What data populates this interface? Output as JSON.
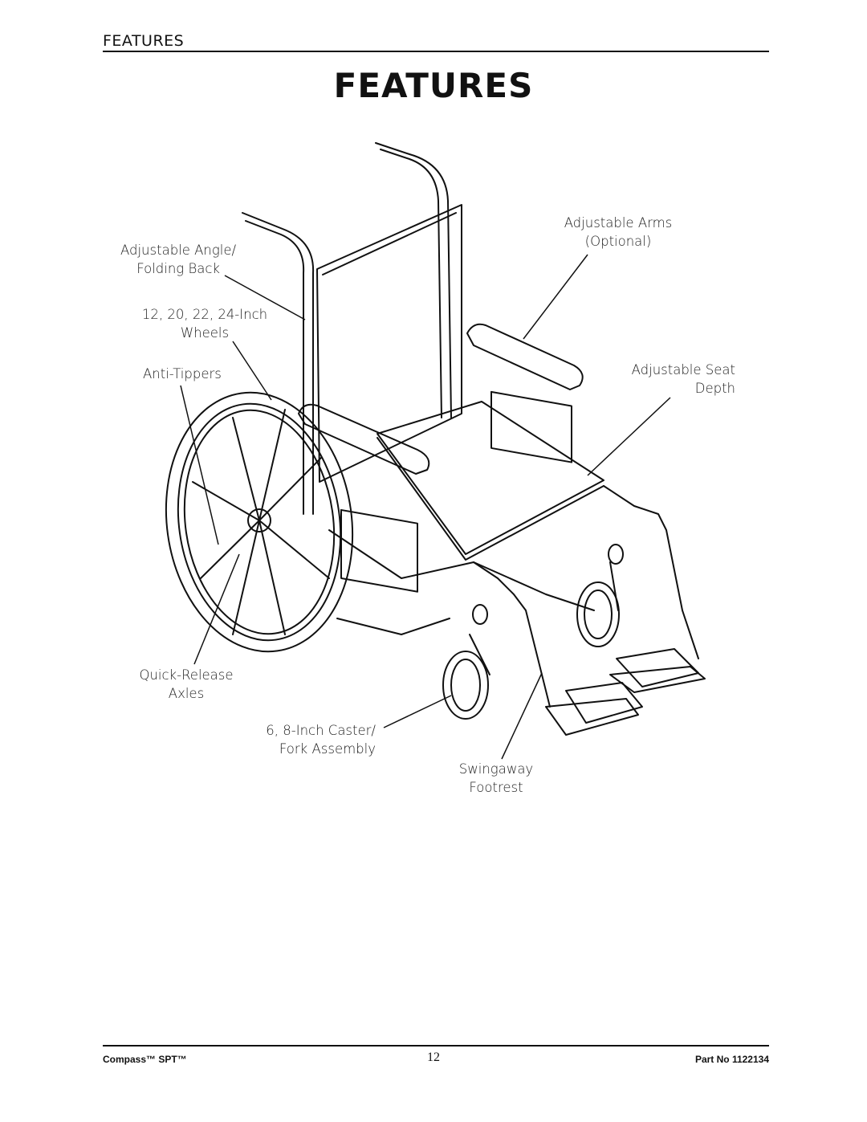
{
  "header": {
    "section_label": "FEATURES"
  },
  "page": {
    "title": "FEATURES"
  },
  "labels": {
    "adjustable_angle": [
      "Adjustable Angle/",
      "Folding Back"
    ],
    "wheels": [
      "12, 20, 22, 24-Inch",
      "Wheels"
    ],
    "anti_tippers": [
      "Anti-Tippers"
    ],
    "adjustable_arms": [
      "Adjustable Arms",
      "(Optional)"
    ],
    "adjustable_seat": [
      "Adjustable Seat",
      "Depth"
    ],
    "quick_release": [
      "Quick-Release",
      "Axles"
    ],
    "caster": [
      "6, 8-Inch Caster/",
      "Fork Assembly"
    ],
    "swingaway": [
      "Swingaway",
      "Footrest"
    ]
  },
  "footer": {
    "product": "Compass™ SPT™",
    "page_number": "12",
    "part_no": "Part No 1122134"
  }
}
